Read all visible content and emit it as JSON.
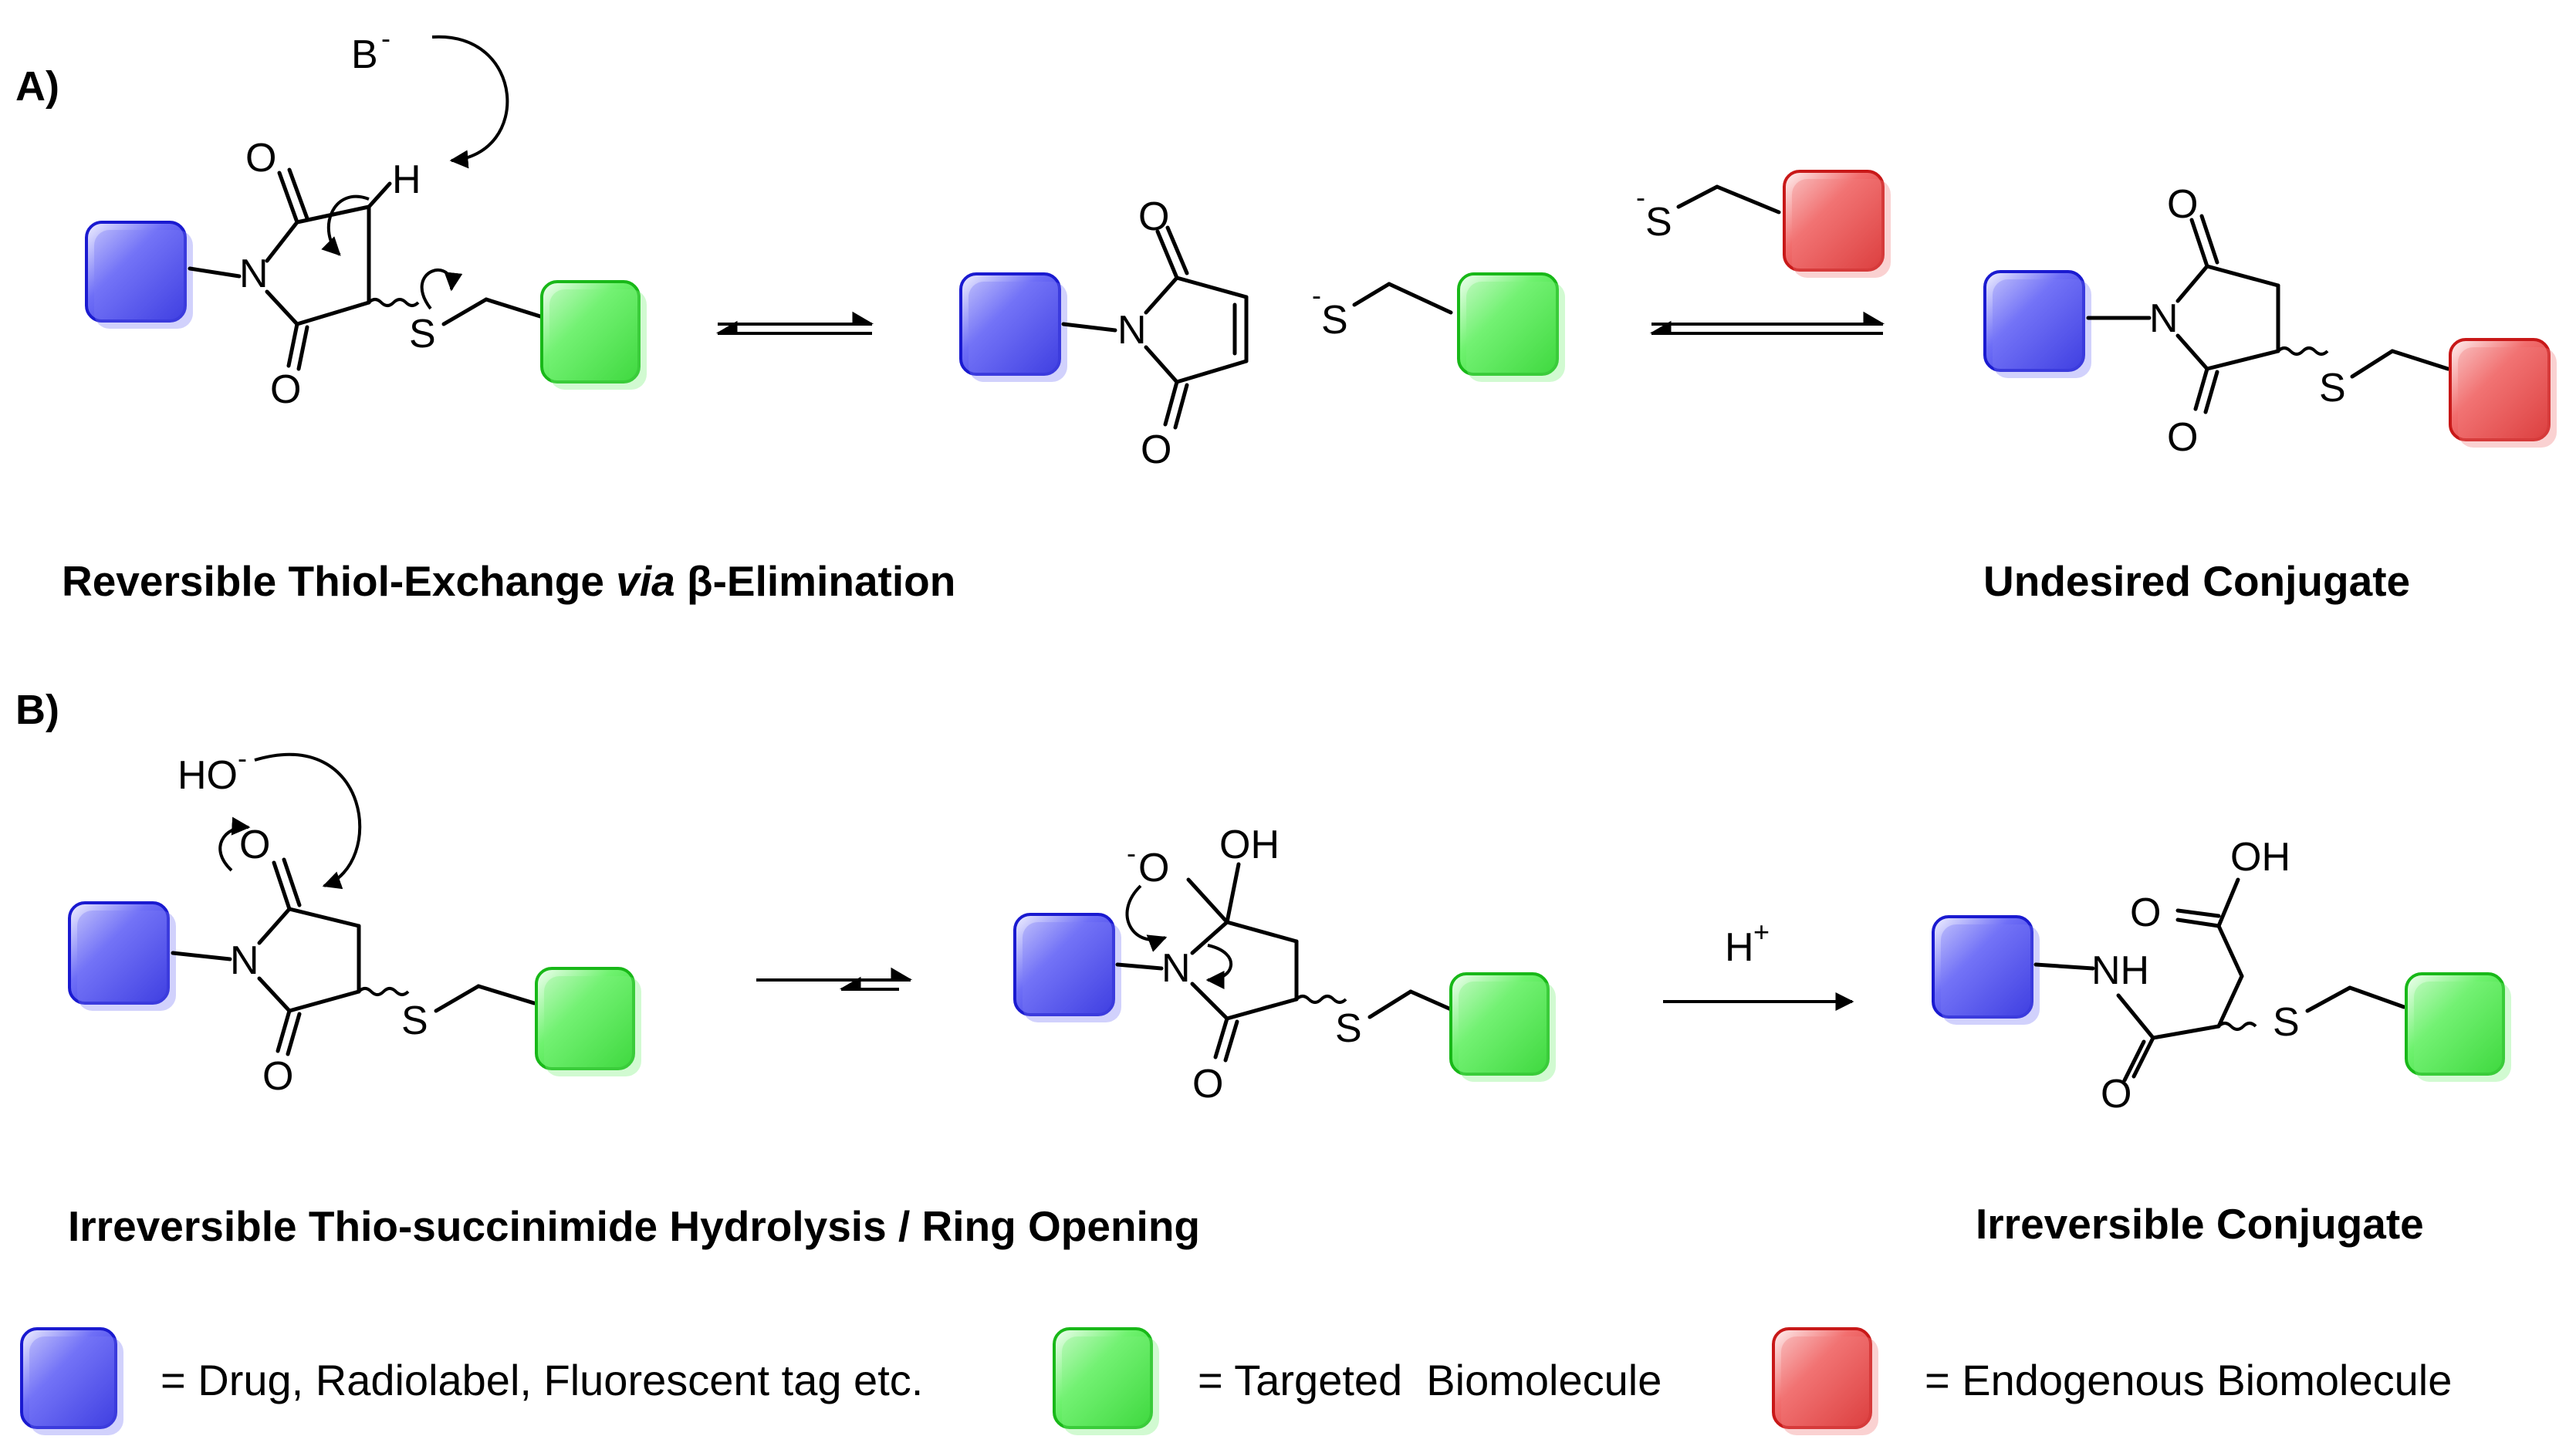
{
  "panels": {
    "a": {
      "label": "A)",
      "caption_before": "Reversible Thiol-Exchange ",
      "caption_italic": "via",
      "caption_after": " β-Elimination",
      "product_label": "Undesired Conjugate",
      "base": "B",
      "base_charge": "-",
      "hydrogen": "H"
    },
    "b": {
      "label": "B)",
      "caption": "Irreversible Thio-succinimide Hydrolysis / Ring Opening",
      "product_label": "Irreversible Conjugate",
      "hydroxide": "HO",
      "hydroxide_charge": "-",
      "acid": "H",
      "acid_charge": "+"
    }
  },
  "atoms": {
    "O": "O",
    "N": "N",
    "S": "S",
    "OH": "OH",
    "NH": "NH",
    "neg": "-"
  },
  "legend": [
    {
      "color": "blue",
      "text": "= Drug, Radiolabel, Fluorescent tag etc."
    },
    {
      "color": "green",
      "text": "= Targeted  Biomolecule"
    },
    {
      "color": "red",
      "text": "= Endogenous Biomolecule"
    }
  ],
  "colors": {
    "blue": "#3a3af0",
    "green": "#39e639",
    "red": "#f03a3a",
    "undesired_label": "#ff1a1a",
    "irreversible_label": "#2ee62e"
  }
}
